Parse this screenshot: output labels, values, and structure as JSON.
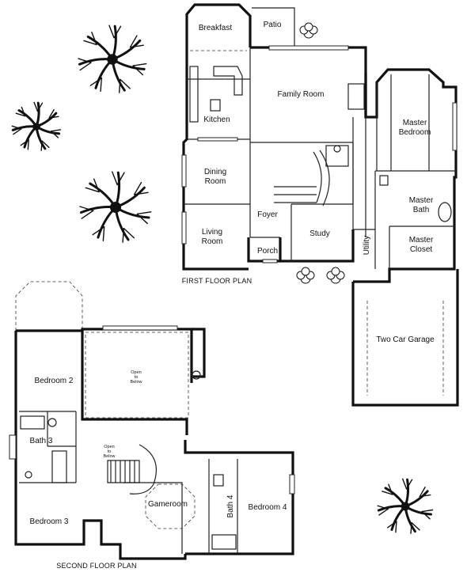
{
  "plan_titles": {
    "first_floor": "FIRST FLOOR PLAN",
    "second_floor": "SECOND FLOOR PLAN"
  },
  "first_floor_rooms": {
    "breakfast": "Breakfast",
    "patio": "Patio",
    "kitchen": "Kitchen",
    "family_room": "Family Room",
    "master_bedroom_1": "Master",
    "master_bedroom_2": "Bedroom",
    "dining_1": "Dining",
    "dining_2": "Room",
    "foyer": "Foyer",
    "living_1": "Living",
    "living_2": "Room",
    "porch": "Porch",
    "study": "Study",
    "utility": "Utility",
    "master_bath_1": "Master",
    "master_bath_2": "Bath",
    "master_closet_1": "Master",
    "master_closet_2": "Closet",
    "garage": "Two Car Garage"
  },
  "second_floor_rooms": {
    "bedroom2": "Bedroom 2",
    "open_below_1a": "Open",
    "open_below_1b": "to",
    "open_below_1c": "Below",
    "open_below_2a": "Open",
    "open_below_2b": "to",
    "open_below_2c": "Below",
    "bath3": "Bath 3",
    "bedroom3": "Bedroom 3",
    "gameroom": "Gameroom",
    "bath4": "Bath 4",
    "bedroom4": "Bedroom 4"
  }
}
